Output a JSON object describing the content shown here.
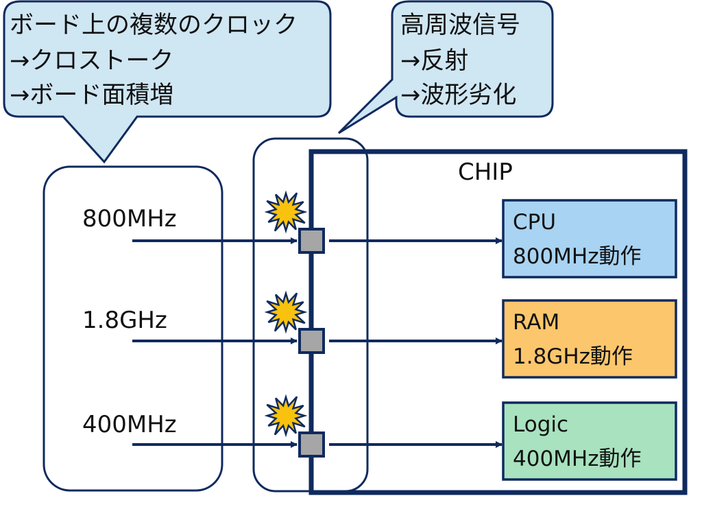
{
  "colors": {
    "line": "#0f2a5e",
    "callout_fill": "#cfe6f3",
    "cpu_fill": "#a9d3f2",
    "ram_fill": "#fcc66c",
    "logic_fill": "#a8e2bf",
    "pad_fill": "#a6a6a6",
    "burst_fill": "#f9c20f"
  },
  "callouts": {
    "board": {
      "lines": [
        "ボード上の複数のクロック",
        "→クロストーク",
        "→ボード面積増"
      ]
    },
    "signal": {
      "lines": [
        "高周波信号",
        "→反射",
        "→波形劣化"
      ]
    }
  },
  "board_clocks": [
    {
      "label": "800MHz"
    },
    {
      "label": "1.8GHz"
    },
    {
      "label": "400MHz"
    }
  ],
  "chip": {
    "label": "CHIP",
    "blocks": [
      {
        "name": "CPU",
        "freq": "800MHz動作",
        "color_key": "cpu_fill"
      },
      {
        "name": "RAM",
        "freq": "1.8GHz動作",
        "color_key": "ram_fill"
      },
      {
        "name": "Logic",
        "freq": "400MHz動作",
        "color_key": "logic_fill"
      }
    ]
  },
  "icons": {
    "burst": "explosion-burst",
    "pad": "io-pad-square"
  }
}
